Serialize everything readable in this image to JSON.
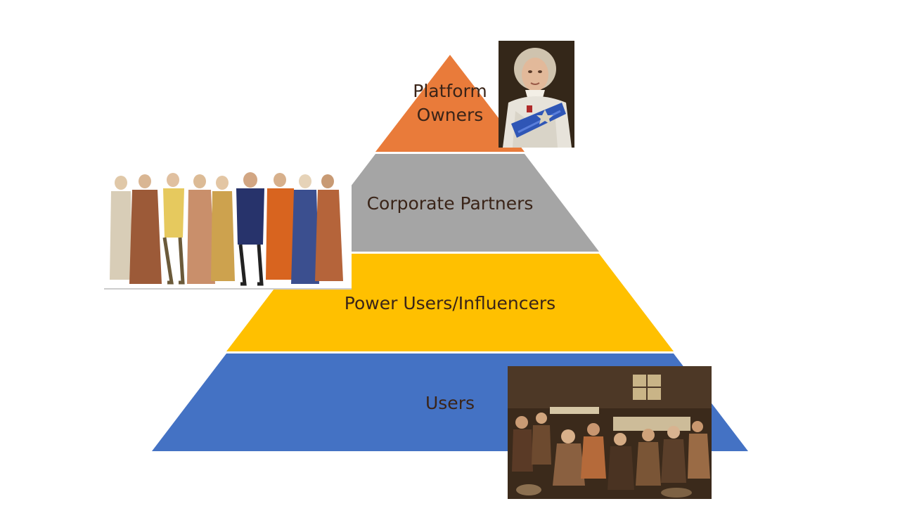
{
  "diagram": {
    "type": "pyramid",
    "tiers": [
      {
        "id": "platform-owners",
        "label_lines": [
          "Platform",
          "Owners"
        ],
        "color": "#E97B3A"
      },
      {
        "id": "corporate-partners",
        "label_lines": [
          "Corporate Partners"
        ],
        "color": "#A5A5A5"
      },
      {
        "id": "power-users",
        "label_lines": [
          "Power Users/Influencers"
        ],
        "color": "#FFC000"
      },
      {
        "id": "users",
        "label_lines": [
          "Users"
        ],
        "color": "#4472C4"
      }
    ],
    "images": [
      {
        "id": "king-portrait",
        "depicts": "painted portrait of a king in regal dress with a blue sash"
      },
      {
        "id": "medieval-group",
        "depicts": "illustration of a group of medieval men in robes"
      },
      {
        "id": "peasant-scene",
        "depicts": "painting of a crowded interior scene with peasants"
      }
    ]
  }
}
